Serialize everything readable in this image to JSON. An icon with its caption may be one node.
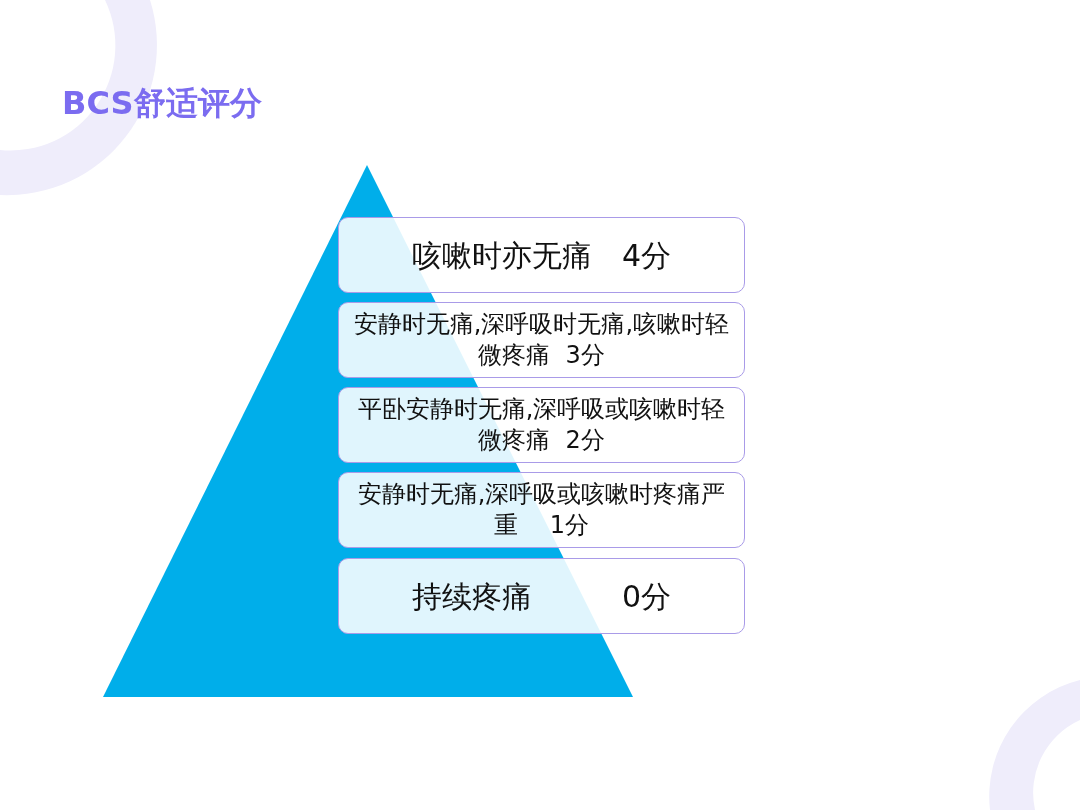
{
  "diagram": {
    "title": "BCS舒适评分",
    "nodes": [
      {
        "text": [
          "咳嗽时亦无痛　4分"
        ]
      },
      {
        "text": [
          "安静时无痛,深呼吸时无痛,咳嗽时轻微疼痛  3分"
        ]
      },
      {
        "text": [
          "平卧安静时无痛,深呼吸或咳嗽时轻微疼痛  2分"
        ]
      },
      {
        "text": [
          "安静时无痛,深呼吸或咳嗽时疼痛严重　 1分"
        ]
      },
      {
        "text": [
          "持续疼痛　　　0分"
        ]
      }
    ]
  }
}
